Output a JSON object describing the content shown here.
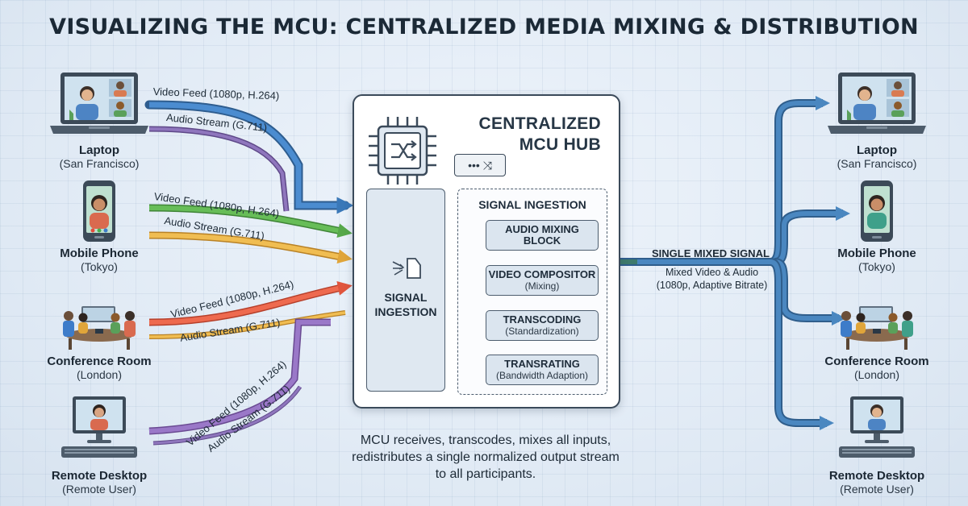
{
  "title": "VISUALIZING THE MCU: CENTRALIZED MEDIA MIXING & DISTRIBUTION",
  "sources": [
    {
      "name": "Laptop",
      "location": "(San Francisco)",
      "video": "Video Feed (1080p, H.264)",
      "audio": "Audio Stream (G.711)",
      "icon": "laptop-icon"
    },
    {
      "name": "Mobile Phone",
      "location": "(Tokyo)",
      "video": "Video Feed (1080p, H.264)",
      "audio": "Audio Stream (G.711)",
      "icon": "mobile-phone-icon"
    },
    {
      "name": "Conference Room",
      "location": "(London)",
      "video": "Video Feed (1080p, H.264)",
      "audio": "Audio Stream (G.711)",
      "icon": "conference-room-icon"
    },
    {
      "name": "Remote Desktop",
      "location": "(Remote User)",
      "video": "Video Feed (1080p, H.264)",
      "audio": "Audio Stream (G.711)",
      "icon": "desktop-icon"
    }
  ],
  "destinations": [
    {
      "name": "Laptop",
      "location": "(San Francisco)",
      "icon": "laptop-icon"
    },
    {
      "name": "Mobile Phone",
      "location": "(Tokyo)",
      "icon": "mobile-phone-icon"
    },
    {
      "name": "Conference Room",
      "location": "(London)",
      "icon": "conference-room-icon"
    },
    {
      "name": "Remote Desktop",
      "location": "(Remote User)",
      "icon": "desktop-icon"
    }
  ],
  "hub": {
    "title_line1": "CENTRALIZED",
    "title_line2": "MCU HUB",
    "switch_symbol": "••• ⤨",
    "ingestion_label_line1": "SIGNAL",
    "ingestion_label_line2": "INGESTION",
    "stages_heading": "SIGNAL INGESTION",
    "stages": [
      {
        "title": "AUDIO MIXING",
        "subtitle": "BLOCK"
      },
      {
        "title": "VIDEO COMPOSITOR",
        "subtitle": "(Mixing)"
      },
      {
        "title": "TRANSCODING",
        "subtitle": "(Standardization)"
      },
      {
        "title": "TRANSRATING",
        "subtitle": "(Bandwidth Adaption)"
      }
    ]
  },
  "output": {
    "title": "SINGLE MIXED SIGNAL",
    "subtitle_line1": "Mixed Video & Audio",
    "subtitle_line2": "(1080p, Adaptive Bitrate)"
  },
  "caption": {
    "line1": "MCU receives, transcodes, mixes all inputs,",
    "line2": "redistributes a single normalized output stream",
    "line3": "to all participants."
  },
  "colors": {
    "video_laptop": "#3a78b8",
    "audio_laptop": "#7b62a6",
    "video_phone": "#56a84a",
    "audio_phone": "#e0a53a",
    "video_room": "#e0553d",
    "audio_room": "#e0a53a",
    "video_desktop": "#8a62b3",
    "audio_desktop": "#7b62a6",
    "output": "#4a87c0",
    "output_dark": "#3e7a6c"
  }
}
